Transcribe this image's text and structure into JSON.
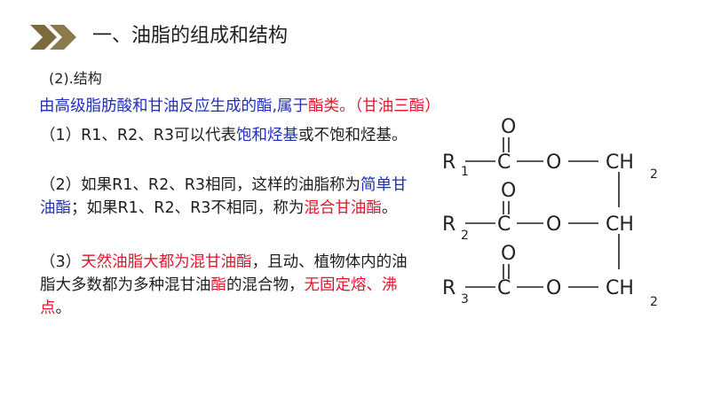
{
  "header": {
    "title": "一、油脂的组成和结构",
    "accent_color": "#7a6a3c"
  },
  "section": {
    "subheading": "(2).结构",
    "definition": {
      "part1": "由高级脂肪酸和甘油反应生成的酯,属于",
      "highlight": "酯类",
      "part2": "。（甘油三酯）"
    },
    "p1": {
      "a": "（1）R1、R2、R3可以代表",
      "b": "饱和烃基",
      "c": "或不饱和烃基。"
    },
    "p2": {
      "a": "（2）如果R1、R2、R3相同，这样的油脂称为",
      "b": "简单甘油酯",
      "c": "；如果R1、R2、R3不相同，称为",
      "d": "混合甘油酯",
      "e": "。"
    },
    "p3": {
      "a": "（3）",
      "b": "天然油脂大都为混甘油酯",
      "c": "，且动、植物体内的油脂大多数都为多种混甘油",
      "d": "酯",
      "e": "的混合物，",
      "f": "无固定熔、沸点",
      "g": "。"
    }
  },
  "formula": {
    "rows": [
      {
        "r": "R",
        "sub": "1",
        "c": "C",
        "dbl_o": "O",
        "o": "O",
        "ch": "CH",
        "ch_sub": "2"
      },
      {
        "r": "R",
        "sub": "2",
        "c": "C",
        "dbl_o": "O",
        "o": "O",
        "ch": "CH",
        "ch_sub": ""
      },
      {
        "r": "R",
        "sub": "3",
        "c": "C",
        "dbl_o": "O",
        "o": "O",
        "ch": "CH",
        "ch_sub": "2"
      }
    ]
  },
  "colors": {
    "blue_text": "#1f2fb8",
    "red_text": "#e0162b",
    "title_text": "#1e1e1e"
  }
}
